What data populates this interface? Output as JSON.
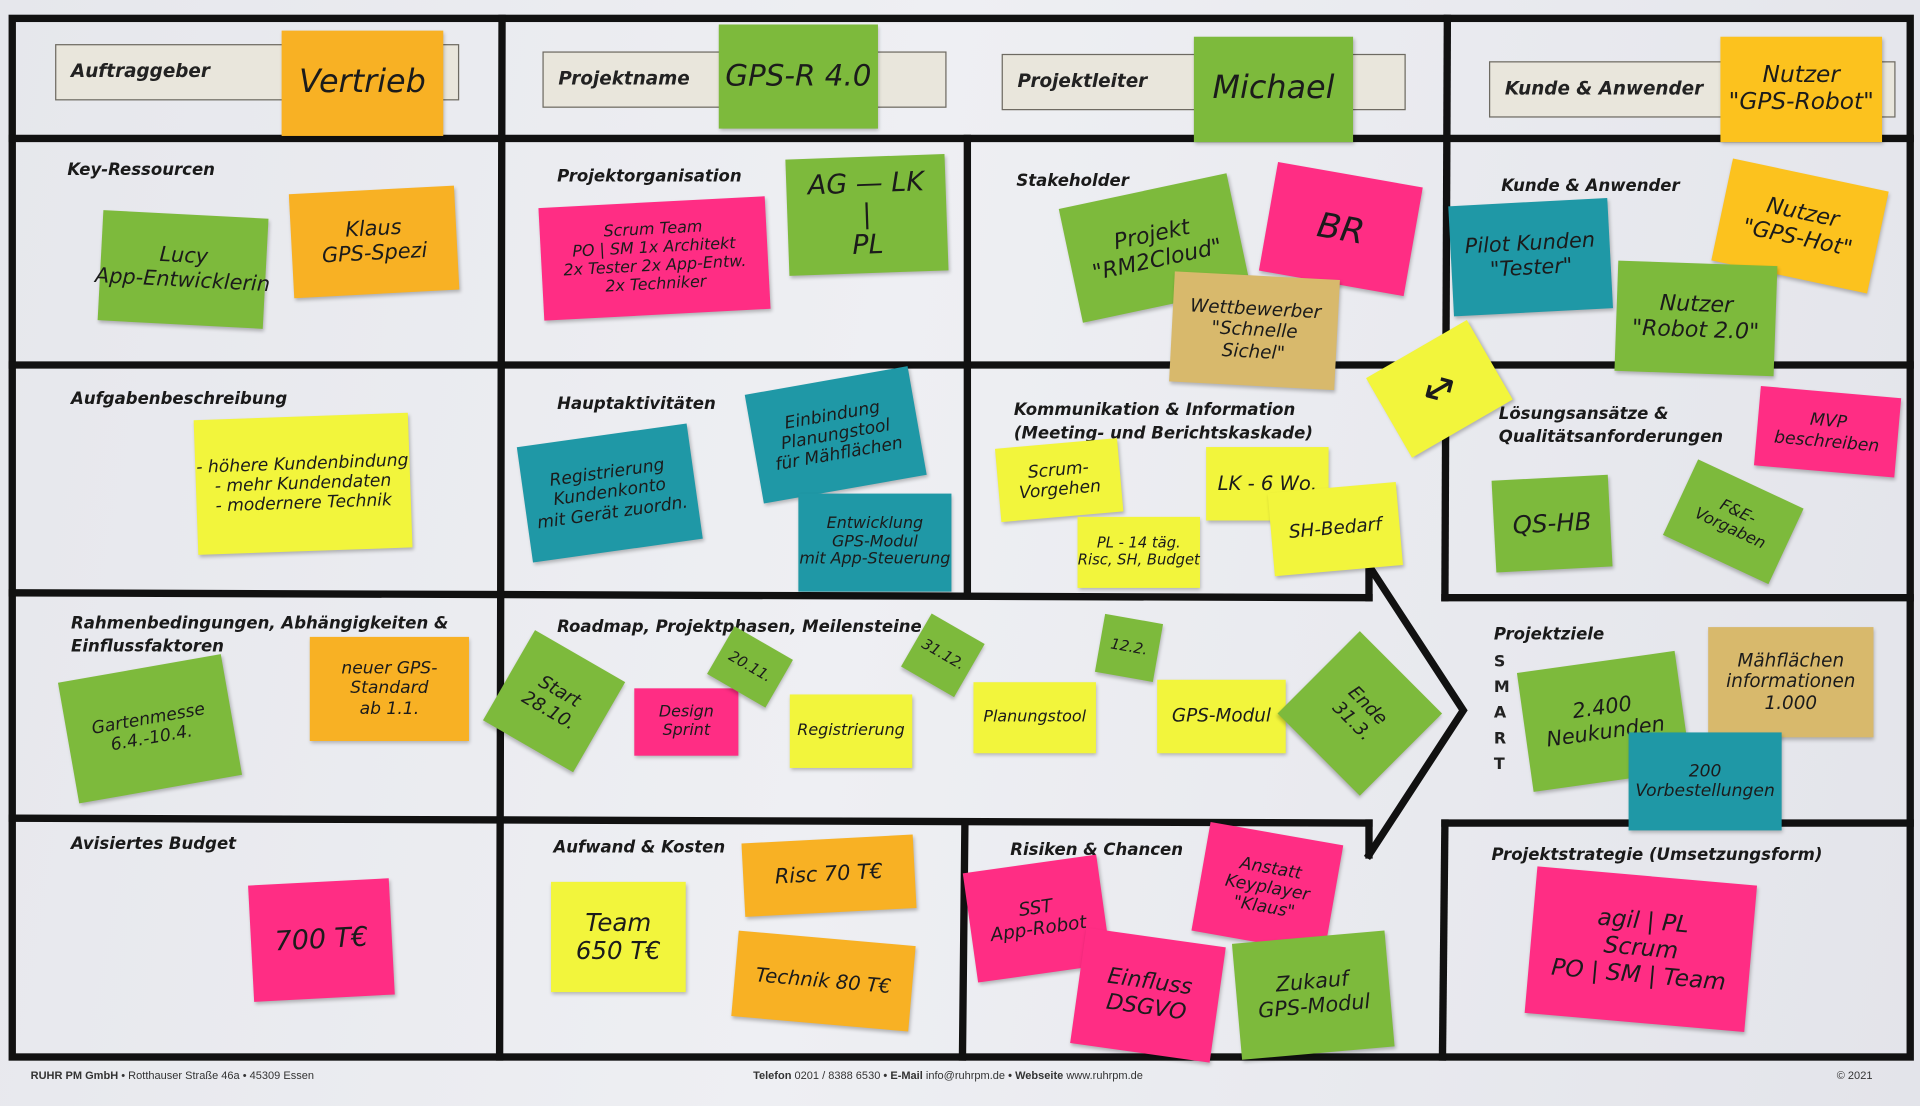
{
  "header": {
    "client_label": "Auftraggeber",
    "client_value": "Vertrieb",
    "project_name_label": "Projektname",
    "project_name_value": "GPS-R 4.0",
    "project_lead_label": "Projektleiter",
    "project_lead_value": "Michael",
    "customer_label": "Kunde & Anwender",
    "customer_value": [
      "Nutzer",
      "\"GPS-Robot\""
    ]
  },
  "sections": {
    "key_resources": "Key-Ressourcen",
    "project_org": "Projektorganisation",
    "stakeholder": "Stakeholder",
    "customer_user": "Kunde & Anwender",
    "task_description": "Aufgabenbeschreibung",
    "main_activities": "Hauptaktivitäten",
    "communication_1": "Kommunikation & Information",
    "communication_2": "(Meeting- und Berichtskaskade)",
    "solutions_1": "Lösungsansätze &",
    "solutions_2": "Qualitätsanforderungen",
    "constraints_1": "Rahmenbedingungen, Abhängigkeiten &",
    "constraints_2": "Einflussfaktoren",
    "roadmap": "Roadmap, Projektphasen, Meilensteine",
    "project_goals": "Projektziele",
    "smart": [
      "S",
      "M",
      "A",
      "R",
      "T"
    ],
    "budget": "Avisiertes Budget",
    "effort_costs": "Aufwand & Kosten",
    "risks": "Risiken & Chancen",
    "strategy": "Projektstrategie (Umsetzungsform)"
  },
  "colors": {
    "green": "#7dba3c",
    "orange": "#f8b124",
    "yellow": "#f2f53c",
    "pink": "#ff2d84",
    "teal": "#1f98a6",
    "tan": "#d8b96c",
    "gold": "#fcc21e"
  },
  "notes": [
    {
      "color": "green",
      "lines": [
        "Lucy",
        "App-Entwicklerin"
      ]
    },
    {
      "color": "orange",
      "lines": [
        "Klaus",
        "GPS-Spezi"
      ]
    },
    {
      "color": "pink",
      "lines": [
        "Scrum   Team",
        "PO | SM    1x Architekt",
        "2x Tester  2x App-Entw.",
        "2x Techniker"
      ]
    },
    {
      "color": "green",
      "lines": [
        "AG — LK",
        "|",
        "PL"
      ]
    },
    {
      "color": "green",
      "lines": [
        "Projekt",
        "\"RM2Cloud\""
      ]
    },
    {
      "color": "pink",
      "lines": [
        "BR"
      ]
    },
    {
      "color": "tan",
      "lines": [
        "Wettbewerber",
        "\"Schnelle",
        "Sichel\""
      ]
    },
    {
      "color": "teal",
      "lines": [
        "Pilot Kunden",
        "\"Tester\""
      ]
    },
    {
      "color": "gold",
      "lines": [
        "Nutzer",
        "\"GPS-Hot\""
      ]
    },
    {
      "color": "green",
      "lines": [
        "Nutzer",
        "\"Robot 2.0\""
      ]
    },
    {
      "color": "yellow",
      "lines": [
        "- höhere Kundenbindung",
        "- mehr Kundendaten",
        "- modernere Technik"
      ]
    },
    {
      "color": "teal",
      "lines": [
        "Registrierung",
        "Kundenkonto",
        "mit Gerät zuordn."
      ]
    },
    {
      "color": "teal",
      "lines": [
        "Einbindung",
        "Planungstool",
        "für Mähflächen"
      ]
    },
    {
      "color": "teal",
      "lines": [
        "Entwicklung",
        "GPS-Modul",
        "mit App-Steuerung"
      ]
    },
    {
      "color": "yellow",
      "lines": [
        "↔"
      ]
    },
    {
      "color": "yellow",
      "lines": [
        "Scrum-",
        "Vorgehen"
      ]
    },
    {
      "color": "yellow",
      "lines": [
        "LK - 6 Wo."
      ]
    },
    {
      "color": "yellow",
      "lines": [
        "PL - 14 täg.",
        "Risc, SH, Budget"
      ]
    },
    {
      "color": "yellow",
      "lines": [
        "SH-Bedarf"
      ]
    },
    {
      "color": "pink",
      "lines": [
        "MVP",
        "beschreiben"
      ]
    },
    {
      "color": "green",
      "lines": [
        "QS-HB"
      ]
    },
    {
      "color": "green",
      "lines": [
        "F&E-",
        "Vorgaben"
      ]
    },
    {
      "color": "green",
      "lines": [
        "Gartenmesse",
        "6.4.-10.4."
      ]
    },
    {
      "color": "orange",
      "lines": [
        "neuer GPS-",
        "Standard",
        "ab 1.1."
      ]
    },
    {
      "color": "green",
      "lines": [
        "Start",
        "28.10."
      ]
    },
    {
      "color": "pink",
      "lines": [
        "Design",
        "Sprint"
      ]
    },
    {
      "color": "green",
      "lines": [
        "20.11."
      ]
    },
    {
      "color": "yellow",
      "lines": [
        "Registrierung"
      ]
    },
    {
      "color": "green",
      "lines": [
        "31.12."
      ]
    },
    {
      "color": "yellow",
      "lines": [
        "Planungstool"
      ]
    },
    {
      "color": "green",
      "lines": [
        "12.2."
      ]
    },
    {
      "color": "yellow",
      "lines": [
        "GPS-Modul"
      ]
    },
    {
      "color": "green",
      "lines": [
        "Ende",
        "31.3."
      ]
    },
    {
      "color": "green",
      "lines": [
        "2.400",
        "Neukunden"
      ]
    },
    {
      "color": "tan",
      "lines": [
        "Mähflächen",
        "informationen",
        "1.000"
      ]
    },
    {
      "color": "teal",
      "lines": [
        "200",
        "Vorbestellungen"
      ]
    },
    {
      "color": "pink",
      "lines": [
        "700 T€"
      ]
    },
    {
      "color": "yellow",
      "lines": [
        "Team",
        "650 T€"
      ]
    },
    {
      "color": "orange",
      "lines": [
        "Risc    70 T€"
      ]
    },
    {
      "color": "orange",
      "lines": [
        "Technik   80 T€"
      ]
    },
    {
      "color": "pink",
      "lines": [
        "SST",
        "App-Robot"
      ]
    },
    {
      "color": "pink",
      "lines": [
        "Anstatt",
        "Keyplayer",
        "\"Klaus\""
      ]
    },
    {
      "color": "pink",
      "lines": [
        "Einfluss",
        "DSGVO"
      ]
    },
    {
      "color": "green",
      "lines": [
        "Zukauf",
        "GPS-Modul"
      ]
    },
    {
      "color": "pink",
      "lines": [
        "agil  | PL",
        "Scrum",
        "PO | SM | Team"
      ]
    }
  ],
  "footer": {
    "company": "RUHR PM GmbH",
    "address": "• Rotthauser Straße 46a • 45309 Essen",
    "phone_label": "Telefon",
    "phone": "0201 / 8388 6530",
    "email_label": "• E-Mail",
    "email": "info@ruhrpm.de",
    "web_label": "• Webseite",
    "web": "www.ruhrpm.de",
    "copyright": "© 2021"
  }
}
